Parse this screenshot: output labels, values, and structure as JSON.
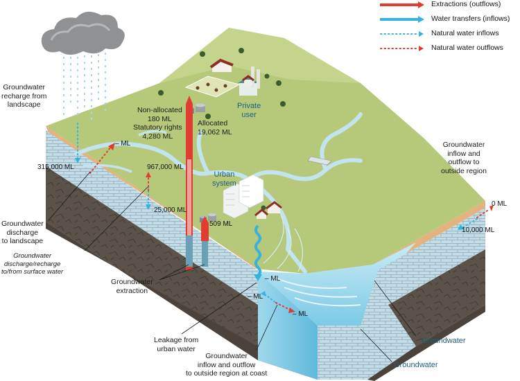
{
  "legend": [
    {
      "label": "Extractions (outflows)",
      "style": "arrow",
      "color": "#e03c31"
    },
    {
      "label": "Water transfers (inflows)",
      "style": "arrow",
      "color": "#35b3df"
    },
    {
      "label": "Natural water inflows",
      "style": "dotted",
      "color": "#35b3df"
    },
    {
      "label": "Natural water outflows",
      "style": "dotted",
      "color": "#e03c31"
    }
  ],
  "labels": {
    "gw_recharge": "Groundwater\nrecharge from\nlandscape",
    "gw_discharge": "Groundwater\ndischarge\nto landscape",
    "gw_surface": "Groundwater\ndischarge/recharge\nto/from surface water",
    "gw_extraction": "Groundwater\nextraction",
    "leakage": "Leakage from\nurban water",
    "coast": "Groundwater\ninflow and outflow\nto outside region at coast",
    "outside": "Groundwater\ninflow and\noutflow to\noutside region",
    "groundwater_1": "Groundwater",
    "groundwater_2": "Groundwater",
    "private_user": "Private\nuser",
    "urban_system": "Urban\nsystem",
    "non_allocated": "Non-allocated\n180 ML",
    "statutory": "Statutory rights\n4,280 ML",
    "allocated": "Allocated\n19,062 ML"
  },
  "values": {
    "v315000": "315,000 ML",
    "v_ml_top": "– ML",
    "v967000": "967,000 ML",
    "v25000": "25,000 ML",
    "v509": "509 ML",
    "v0": "0 ML",
    "v10000": "10,000 ML",
    "v_ml_a": "– ML",
    "v_ml_b": "– ML",
    "v_ml_c": "– ML"
  },
  "colors": {
    "land": "#b6c97a",
    "land_light": "#cad88f",
    "sand": "#e3b27e",
    "rock": "#5a5149",
    "aquifer": "#bfdbe6",
    "water": "#a6d9eb",
    "extract": "#e03c31",
    "transfer": "#35b3df"
  }
}
